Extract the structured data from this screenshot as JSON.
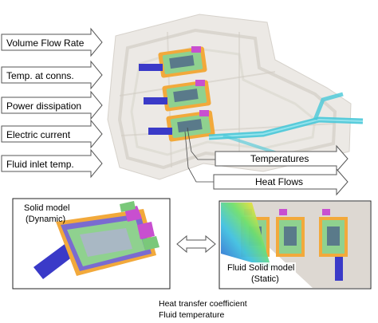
{
  "inputs": [
    {
      "label": "Volume Flow Rate"
    },
    {
      "label": "Temp. at conns."
    },
    {
      "label": "Power dissipation"
    },
    {
      "label": "Electric current"
    },
    {
      "label": "Fluid inlet temp."
    }
  ],
  "outputs": [
    {
      "label": "Temperatures"
    },
    {
      "label": "Heat Flows"
    }
  ],
  "solid_model": {
    "line1": "Solid model",
    "line2": "(Dynamic)"
  },
  "fluid_model": {
    "line1": "Fluid Solid model",
    "line2": "(Static)"
  },
  "exchange": {
    "line1": "Heat transfer coefficient",
    "line2": "Fluid temperature"
  },
  "colors": {
    "frame": "#f2a93b",
    "board_green": "#8fd18f",
    "connector_magenta": "#c84fd0",
    "pipe_blue": "#3a3ac8",
    "pipe_cyan": "#48c8d8",
    "housing": "#e7e3dd"
  }
}
